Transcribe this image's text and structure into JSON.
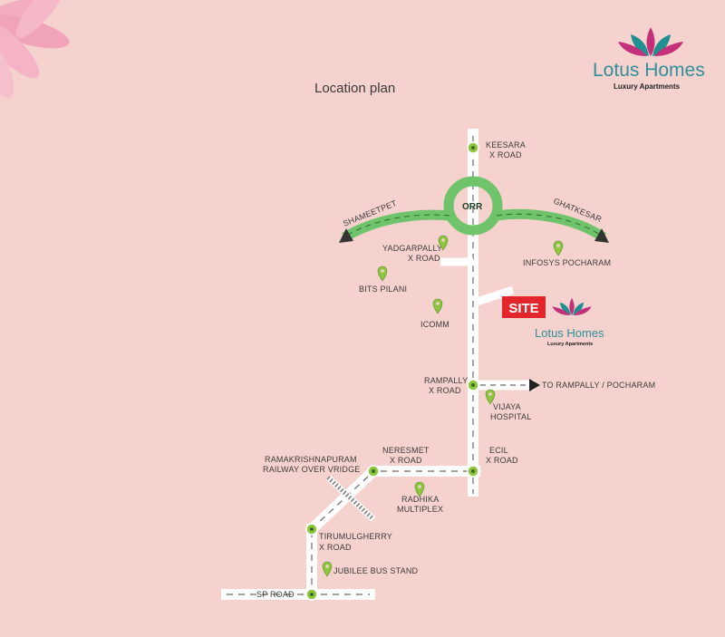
{
  "header": {
    "title": "Location plan",
    "brand_name": "Lotus Homes",
    "brand_tagline": "Luxury Apartments"
  },
  "site_marker": {
    "label": "SITE",
    "brand_name": "Lotus Homes",
    "brand_tagline": "Luxury Apartments"
  },
  "roads": {
    "orr": "ORR",
    "shameerpet": "SHAMEETPET",
    "ghatkesar": "GHATKESAR",
    "to_rampally": "TO RAMPALLY / POCHARAM"
  },
  "junctions": {
    "keesara": [
      "KEESARA",
      "X ROAD"
    ],
    "yadgarpally": [
      "YADGARPALLY",
      "X ROAD"
    ],
    "rampally": [
      "RAMPALLY",
      "X ROAD"
    ],
    "ecil": [
      "ECIL",
      "X ROAD"
    ],
    "neresmet": [
      "NERESMET",
      "X ROAD"
    ],
    "ramakrishnapuram": [
      "RAMAKRISHNAPURAM",
      "RAILWAY OVER VRIDGE"
    ],
    "tirumulgherry": [
      "TIRUMULGHERRY",
      "X ROAD"
    ],
    "sp_road": "SP ROAD"
  },
  "landmarks": {
    "infosys": "INFOSYS POCHARAM",
    "bits": "BITS PILANI",
    "icomm": "ICOMM",
    "vijaya": [
      "VIJAYA",
      "HOSPITAL"
    ],
    "radhika": [
      "RADHIKA",
      "MULTIPLEX"
    ],
    "jubilee": "JUBILEE BUS STAND"
  },
  "colors": {
    "background": "#f6d2cf",
    "road": "#ffffff",
    "ring_road": "#6fc36b",
    "pin": "#8dc63f",
    "site": "#e3262b",
    "brand_teal": "#2f8f9a",
    "lotus_magenta": "#c4307a",
    "lotus_teal": "#1f8f8f"
  }
}
